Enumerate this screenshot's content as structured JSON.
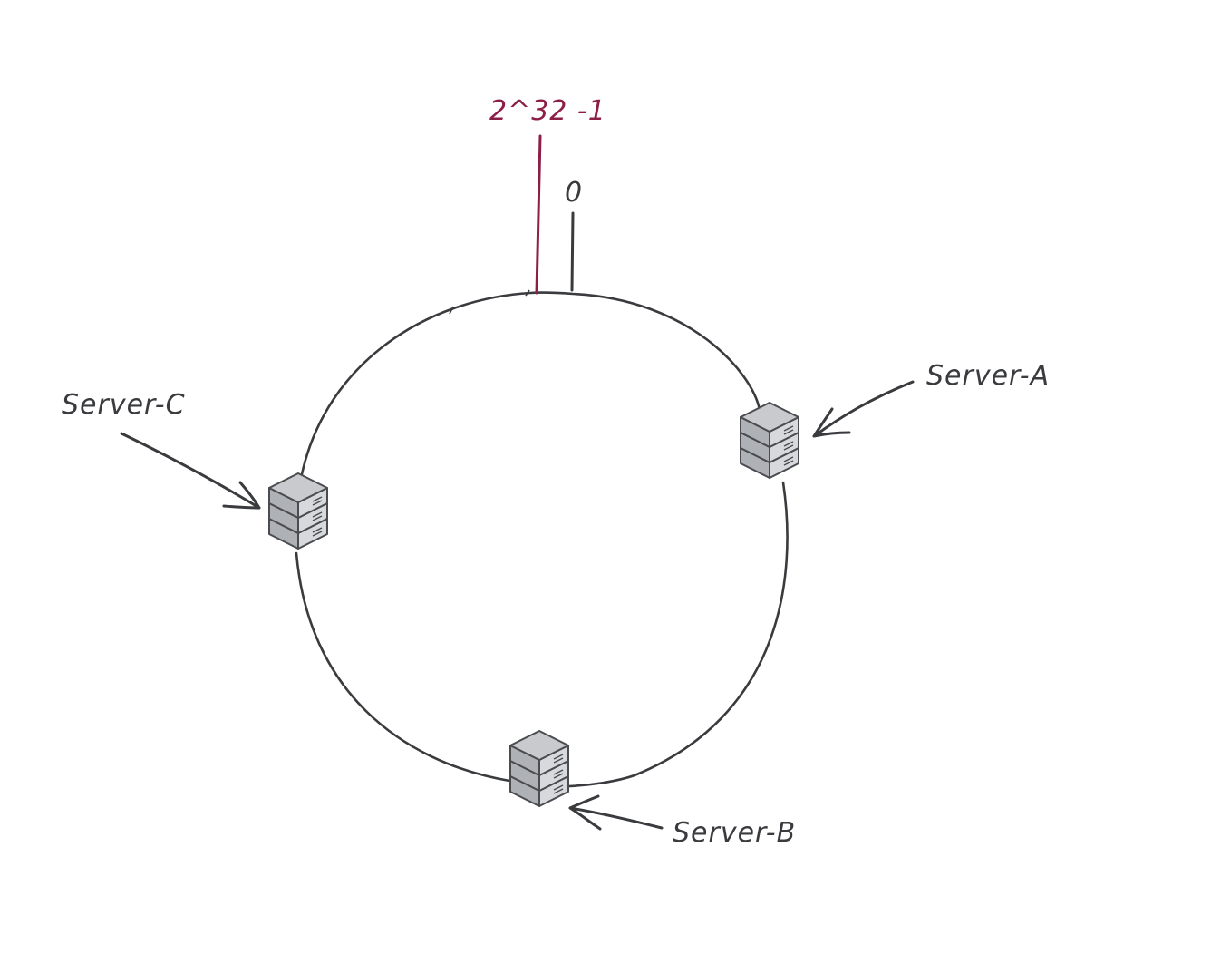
{
  "diagram": {
    "labels": {
      "max_hash": "2^32 -1",
      "zero": "0",
      "server_a": "Server-A",
      "server_b": "Server-B",
      "server_c": "Server-C"
    },
    "colors": {
      "ink": "#3a3b3e",
      "max_hash": "#8c1f48",
      "server_top": "#c8cacd",
      "server_left": "#aeb1b5",
      "server_right": "#d7d9dc",
      "server_stroke": "#4a4c50"
    },
    "icons": {
      "server": "server-stack-icon"
    }
  }
}
